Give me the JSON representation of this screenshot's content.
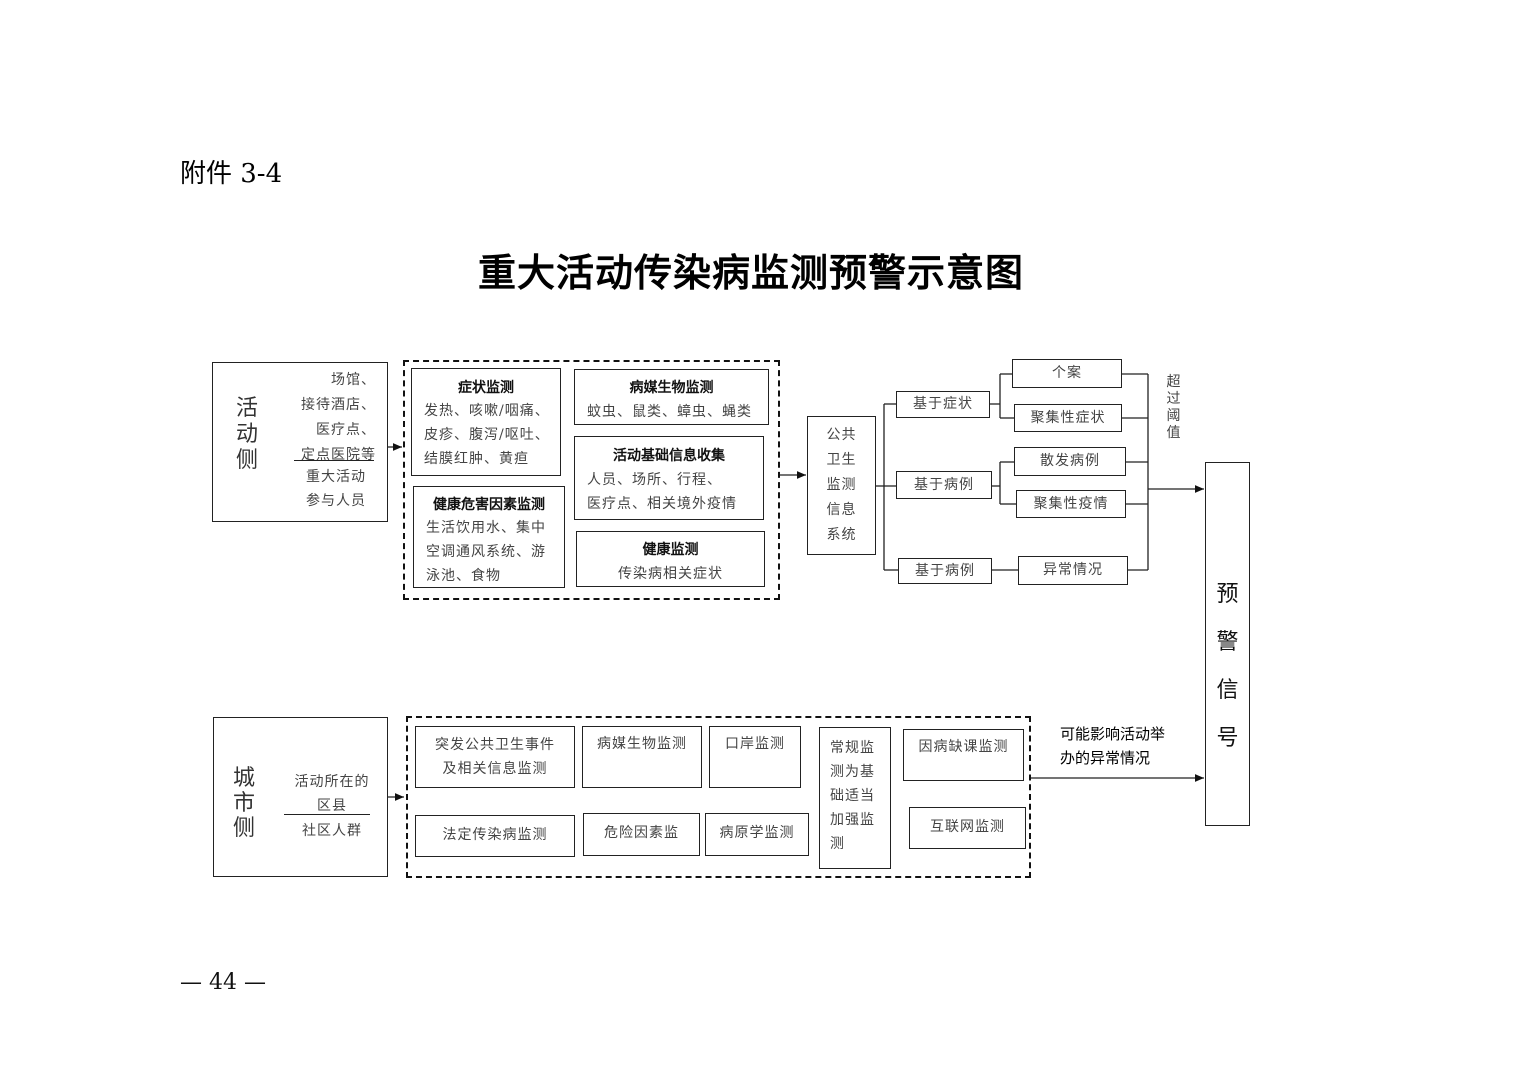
{
  "attachment_label": "附件 3-4",
  "title": "重大活动传染病监测预警示意图",
  "page_number": "— 44 —",
  "activity_side": {
    "label": [
      "活",
      "动",
      "侧"
    ],
    "venues": [
      "场馆、",
      "接待酒店、",
      "医疗点、",
      "定点医院等"
    ],
    "people": [
      "重大活动",
      "参与人员"
    ]
  },
  "activity_modules": {
    "symptom": {
      "title": "症状监测",
      "lines": [
        "发热、咳嗽/咽痛、",
        "皮疹、腹泻/呕吐、",
        "结膜红肿、黄疸"
      ]
    },
    "vector": {
      "title": "病媒生物监测",
      "lines": [
        "蚊虫、鼠类、蟑虫、蝇类"
      ]
    },
    "activity_info": {
      "title": "活动基础信息收集",
      "lines": [
        "人员、场所、行程、",
        "医疗点、相关境外疫情"
      ]
    },
    "hazard": {
      "title": "健康危害因素监测",
      "lines": [
        "生活饮用水、集中",
        "空调通风系统、游",
        "泳池、食物"
      ]
    },
    "health": {
      "title": "健康监测",
      "lines": [
        "传染病相关症状"
      ]
    }
  },
  "public_health_system": [
    "公共",
    "卫生",
    "监测",
    "信息",
    "系统"
  ],
  "branches": {
    "symptom_based": "基于症状",
    "case_based_1": "基于病例",
    "case_based_2": "基于病例",
    "individual": "个案",
    "cluster_symptom": "聚集性症状",
    "sporadic_case": "散发病例",
    "cluster_epidemic": "聚集性疫情",
    "abnormal": "异常情况"
  },
  "threshold_label": [
    "超",
    "过",
    "阈",
    "值"
  ],
  "warning_signal": [
    "预",
    "警",
    "信",
    "号"
  ],
  "city_side": {
    "label": [
      "城",
      "市",
      "侧"
    ],
    "region": [
      "活动所在的",
      "区县"
    ],
    "people": "社区人群"
  },
  "city_modules": {
    "emergency": [
      "突发公共卫生事件",
      "及相关信息监测"
    ],
    "vector": "病媒生物监测",
    "port": "口岸监测",
    "routine": [
      "常规监",
      "测为基",
      "础适当",
      "加强监",
      "测"
    ],
    "absence": "因病缺课监测",
    "legal": "法定传染病监测",
    "hazard": "危险因素监",
    "pathogen": "病原学监测",
    "internet": "互联网监测"
  },
  "city_note": [
    "可能影响活动举",
    "办的异常情况"
  ]
}
